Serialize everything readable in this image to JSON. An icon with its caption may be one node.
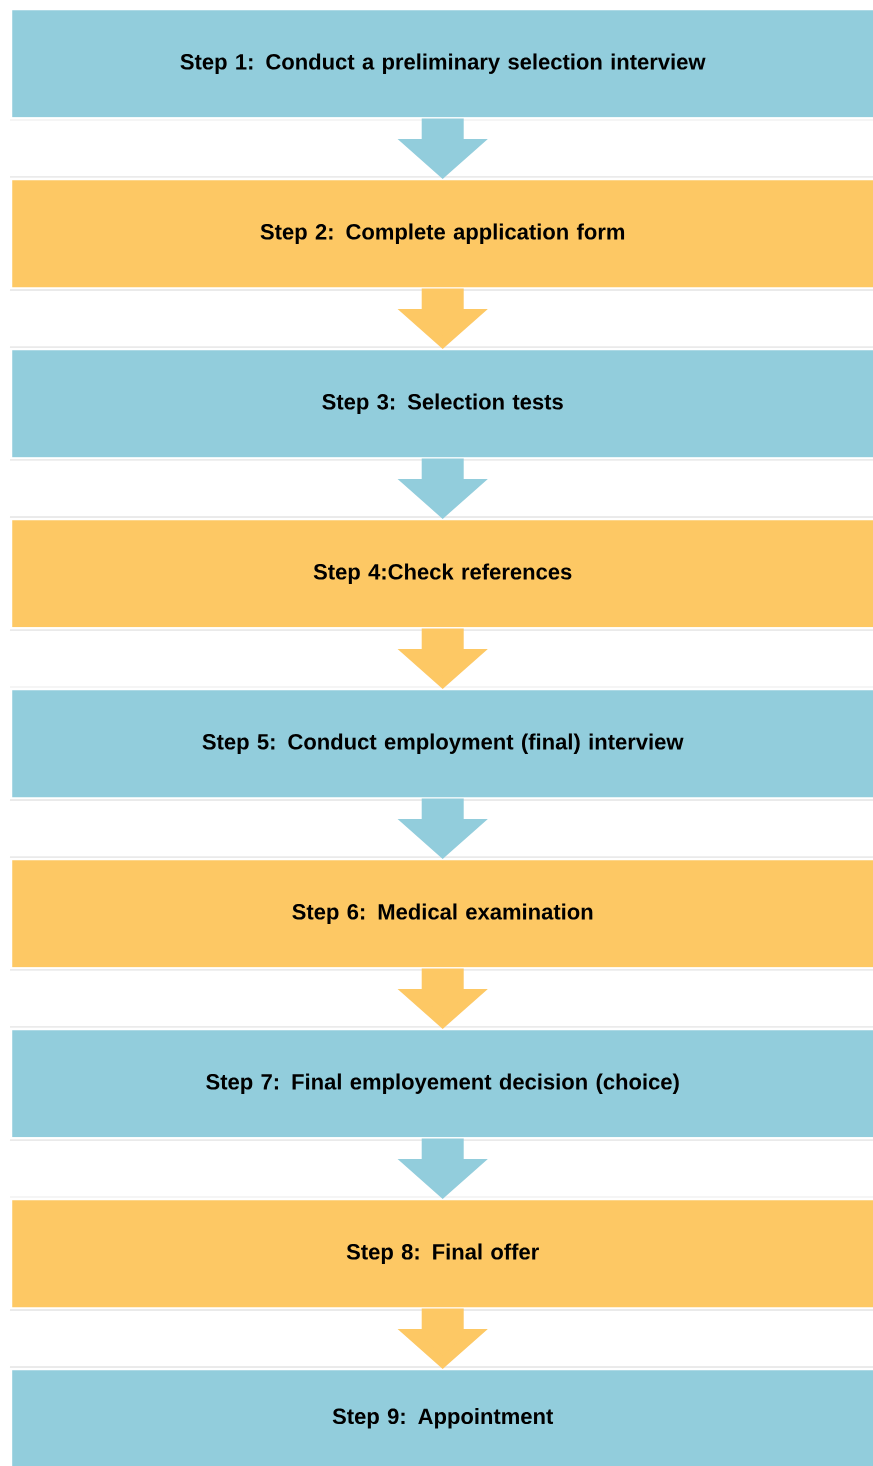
{
  "diagram": {
    "nodes": [
      {
        "text": [
          "Step 1: Conduct a preliminary selection interview"
        ]
      },
      {
        "text": [
          "Step 2: Complete application form"
        ]
      },
      {
        "text": [
          "Step 3: Selection tests"
        ]
      },
      {
        "text": [
          "Step 4:Check references"
        ]
      },
      {
        "text": [
          "Step 5: Conduct employment (final) interview"
        ]
      },
      {
        "text": [
          "Step 6: Medical examination"
        ]
      },
      {
        "text": [
          "Step 7: Final employement decision (choice)"
        ]
      },
      {
        "text": [
          "Step 8: Final offer"
        ]
      },
      {
        "text": [
          "Step 9: Appointment"
        ]
      }
    ],
    "edges": [
      {
        "from": 0,
        "to": 1,
        "arrow": "to",
        "color": "#92cddc"
      },
      {
        "from": 1,
        "to": 2,
        "arrow": "to",
        "color": "#fdc864"
      },
      {
        "from": 2,
        "to": 3,
        "arrow": "to",
        "color": "#92cddc"
      },
      {
        "from": 3,
        "to": 4,
        "arrow": "to",
        "color": "#fdc864"
      },
      {
        "from": 4,
        "to": 5,
        "arrow": "to",
        "color": "#92cddc"
      },
      {
        "from": 5,
        "to": 6,
        "arrow": "to",
        "color": "#fdc864"
      },
      {
        "from": 6,
        "to": 7,
        "arrow": "to",
        "color": "#92cddc"
      },
      {
        "from": 7,
        "to": 8,
        "arrow": "to",
        "color": "#fdc864"
      }
    ]
  }
}
